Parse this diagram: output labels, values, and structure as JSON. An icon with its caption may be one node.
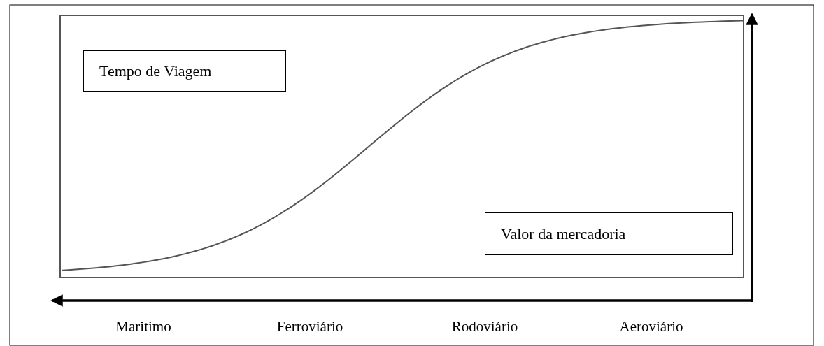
{
  "diagram": {
    "nodes": [
      {
        "text": [
          "Tempo de Viagem"
        ]
      },
      {
        "text": [
          "Valor da mercadoria"
        ]
      }
    ],
    "labels": [
      "Maritimo",
      "Ferroviário",
      "Rodoviário",
      "Aeroviário"
    ]
  }
}
